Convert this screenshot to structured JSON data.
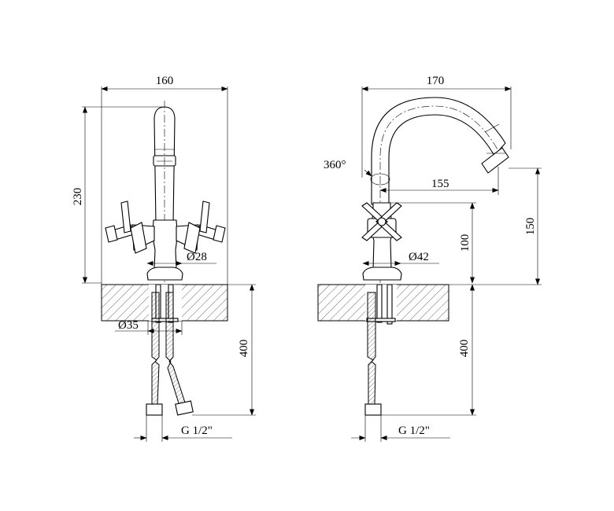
{
  "front_view": {
    "dims": {
      "width": "160",
      "height": "230",
      "base_diameter": "Ø28",
      "hole_diameter": "Ø35",
      "hose_length": "400",
      "thread": "G 1/2\""
    }
  },
  "side_view": {
    "dims": {
      "width": "170",
      "rotation": "360°",
      "reach": "155",
      "body_height": "100",
      "spout_height": "150",
      "base_diameter": "Ø42",
      "hose_length": "400",
      "thread": "G 1/2\""
    }
  }
}
